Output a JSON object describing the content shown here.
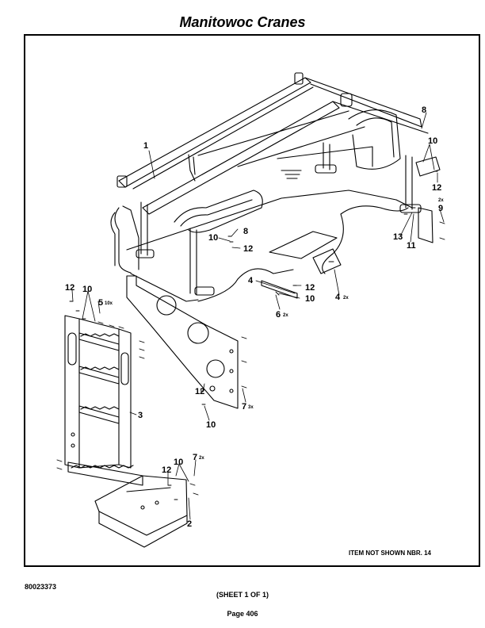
{
  "header": {
    "title": "Manitowoc Cranes"
  },
  "drawing": {
    "note": "ITEM NOT SHOWN NBR. 14",
    "callouts": [
      {
        "id": "c1",
        "label": "1",
        "qty": ""
      },
      {
        "id": "c2",
        "label": "2",
        "qty": ""
      },
      {
        "id": "c3",
        "label": "3",
        "qty": ""
      },
      {
        "id": "c4a",
        "label": "4",
        "qty": ""
      },
      {
        "id": "c4b",
        "label": "4",
        "qty": "2x"
      },
      {
        "id": "c5",
        "label": "5",
        "qty": "10x"
      },
      {
        "id": "c6",
        "label": "6",
        "qty": "2x"
      },
      {
        "id": "c7a",
        "label": "7",
        "qty": "3x"
      },
      {
        "id": "c7b",
        "label": "7",
        "qty": "2x"
      },
      {
        "id": "c8a",
        "label": "8",
        "qty": ""
      },
      {
        "id": "c8b",
        "label": "8",
        "qty": ""
      },
      {
        "id": "c9",
        "label": "9",
        "qty": "2x"
      },
      {
        "id": "c10a",
        "label": "10",
        "qty": ""
      },
      {
        "id": "c10b",
        "label": "10",
        "qty": ""
      },
      {
        "id": "c10c",
        "label": "10",
        "qty": ""
      },
      {
        "id": "c10d",
        "label": "10",
        "qty": ""
      },
      {
        "id": "c10e",
        "label": "10",
        "qty": ""
      },
      {
        "id": "c10f",
        "label": "10",
        "qty": ""
      },
      {
        "id": "c11",
        "label": "11",
        "qty": ""
      },
      {
        "id": "c12a",
        "label": "12",
        "qty": ""
      },
      {
        "id": "c12b",
        "label": "12",
        "qty": ""
      },
      {
        "id": "c12c",
        "label": "12",
        "qty": ""
      },
      {
        "id": "c12d",
        "label": "12",
        "qty": ""
      },
      {
        "id": "c12e",
        "label": "12",
        "qty": ""
      },
      {
        "id": "c12f",
        "label": "12",
        "qty": ""
      },
      {
        "id": "c13",
        "label": "13",
        "qty": ""
      }
    ]
  },
  "footer": {
    "doc_number": "80023373",
    "sheet": "(SHEET 1 OF 1)",
    "page": "Page 406"
  }
}
